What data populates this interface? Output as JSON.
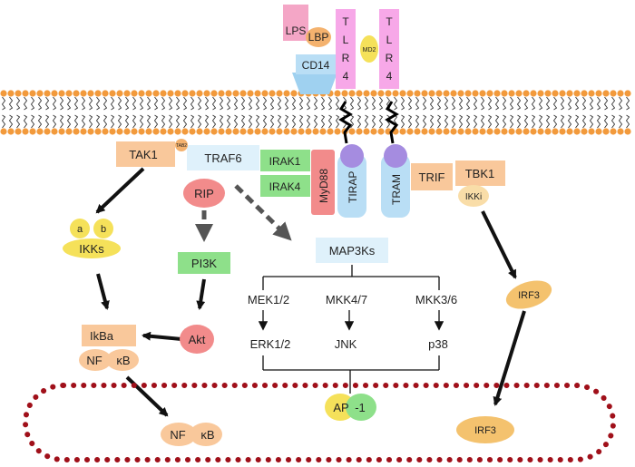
{
  "receptor_complex": {
    "lps": "LPS",
    "lbp": "LBP",
    "cd14": "CD14",
    "md2": "MD2",
    "tlr4_letters": [
      "T",
      "L",
      "R",
      "4"
    ]
  },
  "adaptors": {
    "tirap": "TIRAP",
    "tram": "TRAM",
    "myd88": "MyD88",
    "irak1": "IRAK1",
    "irak4": "IRAK4",
    "traf6": "TRAF6",
    "trif": "TRIF",
    "tbk1": "TBK1",
    "ikki": "IKKi"
  },
  "left_branch": {
    "tak1": "TAK1",
    "tab2": "TAB2",
    "ikk_a": "a",
    "ikk_b": "b",
    "ikks": "IKKs",
    "ikba": "IkBa",
    "nf": "NF",
    "kb": "κB",
    "nuclear_nf": "NF",
    "nuclear_kb": "κB"
  },
  "middle_branch": {
    "rip": "RIP",
    "pi3k": "PI3K",
    "akt": "Akt",
    "map3ks": "MAP3Ks",
    "mek12": "MEK1/2",
    "mkk47": "MKK4/7",
    "mkk36": "MKK3/6",
    "erk12": "ERK1/2",
    "jnk": "JNK",
    "p38": "p38",
    "ap": "AP",
    "ap1": "-1"
  },
  "right_branch": {
    "irf3": "IRF3",
    "irf3_nuclear": "IRF3"
  },
  "colors": {
    "pink": "#f4a6c6",
    "magenta": "#f7a8e8",
    "light_blue": "#b9def5",
    "peach": "#f9c89b",
    "green": "#8ee08a",
    "yellow": "#f5e15a",
    "red_oval": "#f28b8b",
    "purple": "#a58ce0",
    "orange_head": "#f29a3c",
    "nucleus_dots": "#a0101a"
  }
}
